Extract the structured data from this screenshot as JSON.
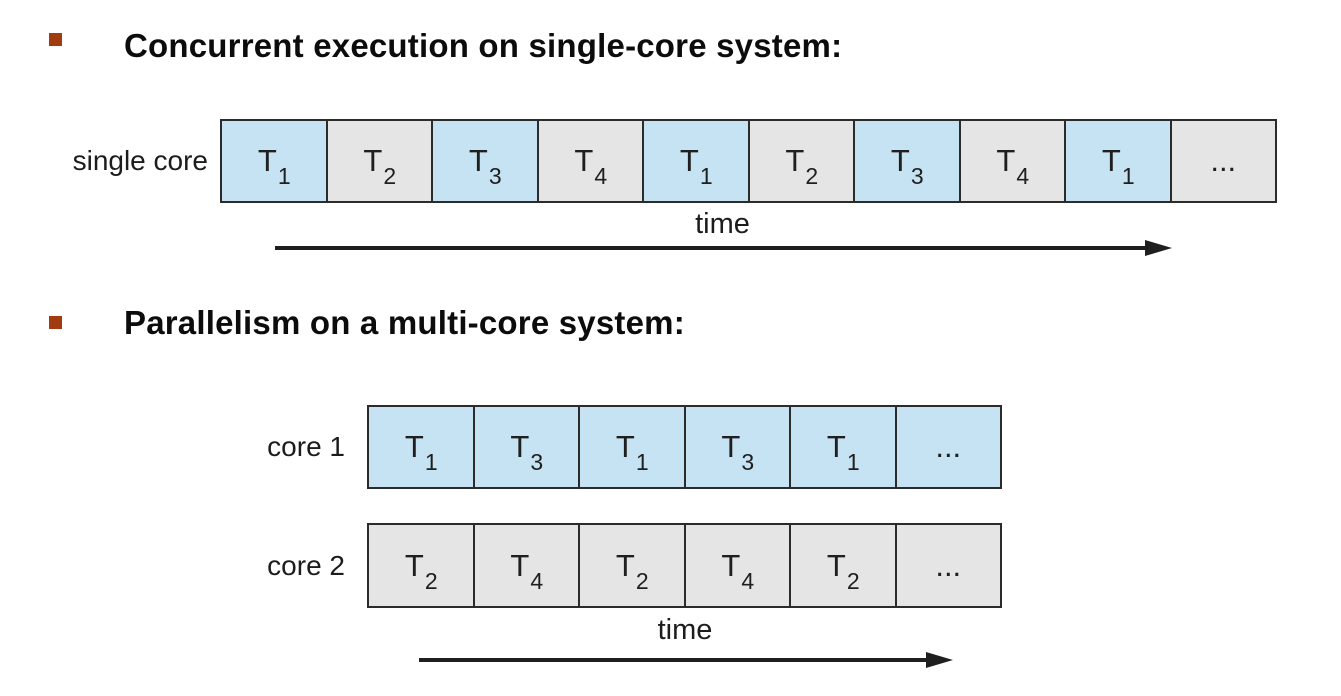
{
  "colors": {
    "blue": "#c5e3f2",
    "gray": "#e5e5e5",
    "border": "#2b2b2b",
    "bullet": "#a23c10",
    "arrow": "#1f1f1f",
    "heading_text": "#0c0c0c"
  },
  "sections": [
    {
      "heading": "Concurrent execution on single-core system:",
      "diagram": {
        "row_label": "single core",
        "cells": [
          {
            "base": "T",
            "sub": "1",
            "color": "blue"
          },
          {
            "base": "T",
            "sub": "2",
            "color": "gray"
          },
          {
            "base": "T",
            "sub": "3",
            "color": "blue"
          },
          {
            "base": "T",
            "sub": "4",
            "color": "gray"
          },
          {
            "base": "T",
            "sub": "1",
            "color": "blue"
          },
          {
            "base": "T",
            "sub": "2",
            "color": "gray"
          },
          {
            "base": "T",
            "sub": "3",
            "color": "blue"
          },
          {
            "base": "T",
            "sub": "4",
            "color": "gray"
          },
          {
            "base": "T",
            "sub": "1",
            "color": "blue"
          },
          {
            "base": "...",
            "sub": "",
            "color": "gray"
          }
        ],
        "time_label": "time"
      }
    },
    {
      "heading": "Parallelism on a multi-core system:",
      "diagram": {
        "rows": [
          {
            "label": "core 1",
            "cells": [
              {
                "base": "T",
                "sub": "1",
                "color": "blue"
              },
              {
                "base": "T",
                "sub": "3",
                "color": "blue"
              },
              {
                "base": "T",
                "sub": "1",
                "color": "blue"
              },
              {
                "base": "T",
                "sub": "3",
                "color": "blue"
              },
              {
                "base": "T",
                "sub": "1",
                "color": "blue"
              },
              {
                "base": "...",
                "sub": "",
                "color": "blue"
              }
            ]
          },
          {
            "label": "core 2",
            "cells": [
              {
                "base": "T",
                "sub": "2",
                "color": "gray"
              },
              {
                "base": "T",
                "sub": "4",
                "color": "gray"
              },
              {
                "base": "T",
                "sub": "2",
                "color": "gray"
              },
              {
                "base": "T",
                "sub": "4",
                "color": "gray"
              },
              {
                "base": "T",
                "sub": "2",
                "color": "gray"
              },
              {
                "base": "...",
                "sub": "",
                "color": "gray"
              }
            ]
          }
        ],
        "time_label": "time"
      }
    }
  ]
}
